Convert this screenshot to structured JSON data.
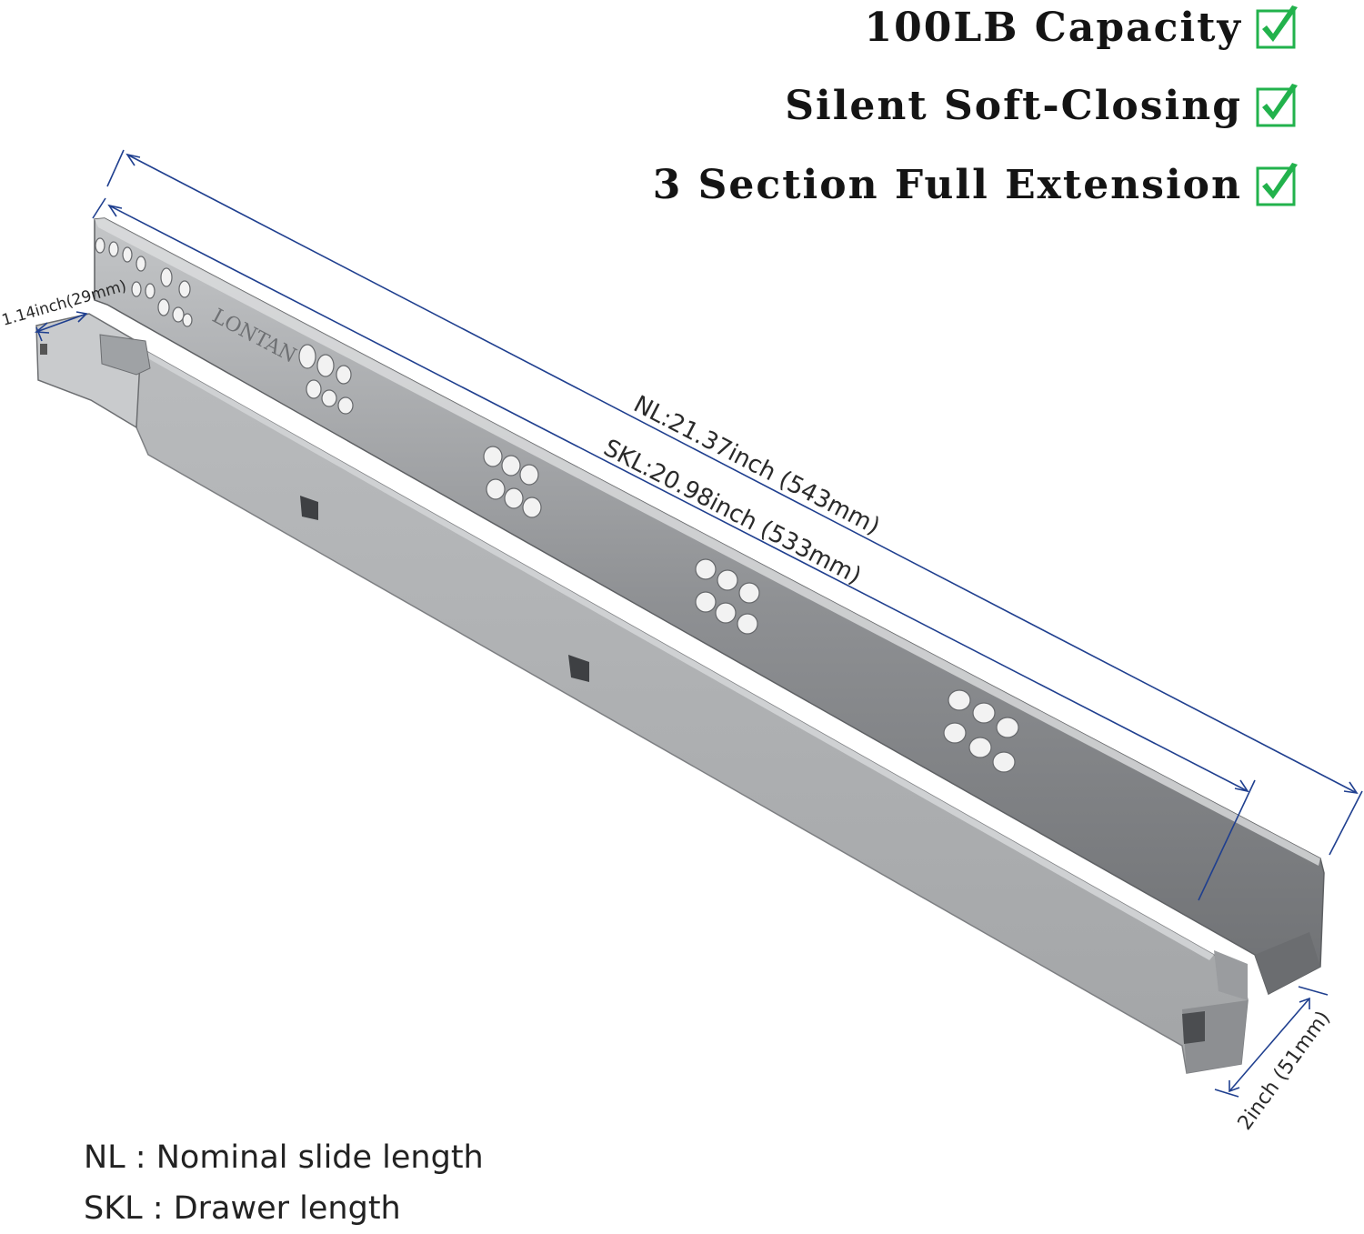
{
  "features": [
    {
      "label": "100LB Capacity",
      "icon": "green-check-icon"
    },
    {
      "label": "Silent Soft-Closing",
      "icon": "green-check-icon"
    },
    {
      "label": "3 Section Full Extension",
      "icon": "green-check-icon"
    }
  ],
  "dimensions": {
    "nominal_length": "NL:21.37inch (543mm)",
    "drawer_length": "SKL:20.98inch (533mm)",
    "width": "1.14inch(29mm)",
    "height": "2inch (51mm)"
  },
  "brand": "LONTAN",
  "legend": [
    "NL : Nominal slide length",
    "SKL : Drawer length"
  ],
  "colors": {
    "check_green": "#22b24c",
    "dimension_line": "#1f3f8f",
    "metal_gray": "#a9abad",
    "metal_dark": "#7d7f82"
  }
}
